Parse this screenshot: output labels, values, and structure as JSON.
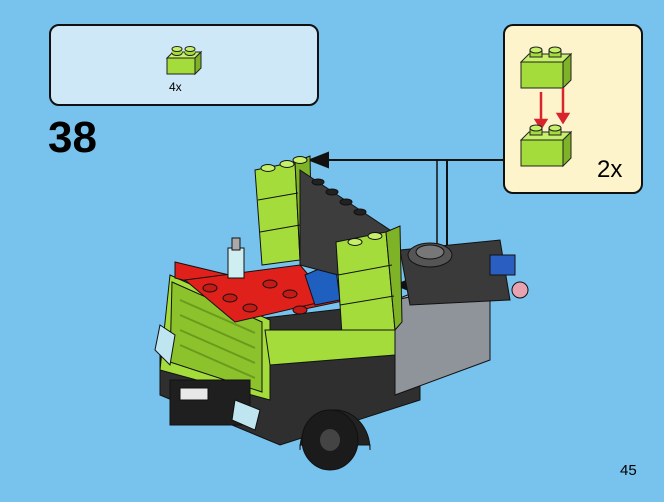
{
  "parts_list": {
    "count_label": "4x"
  },
  "step": {
    "number": "38"
  },
  "callout": {
    "quantity_label": "2x"
  },
  "page": {
    "number": "45"
  },
  "colors": {
    "background": "#78c3ee",
    "parts_box": "#cfe8f8",
    "callout_box": "#fdf4cc",
    "lime": "#a3dc3b",
    "red": "#e0201b",
    "dark": "#2a2a2a",
    "blue": "#1f5fbf",
    "gray": "#8a8f96"
  },
  "icons": [
    "lime-brick-1x2-icon",
    "assembly-arrow-icon",
    "truck-model-illustration"
  ]
}
